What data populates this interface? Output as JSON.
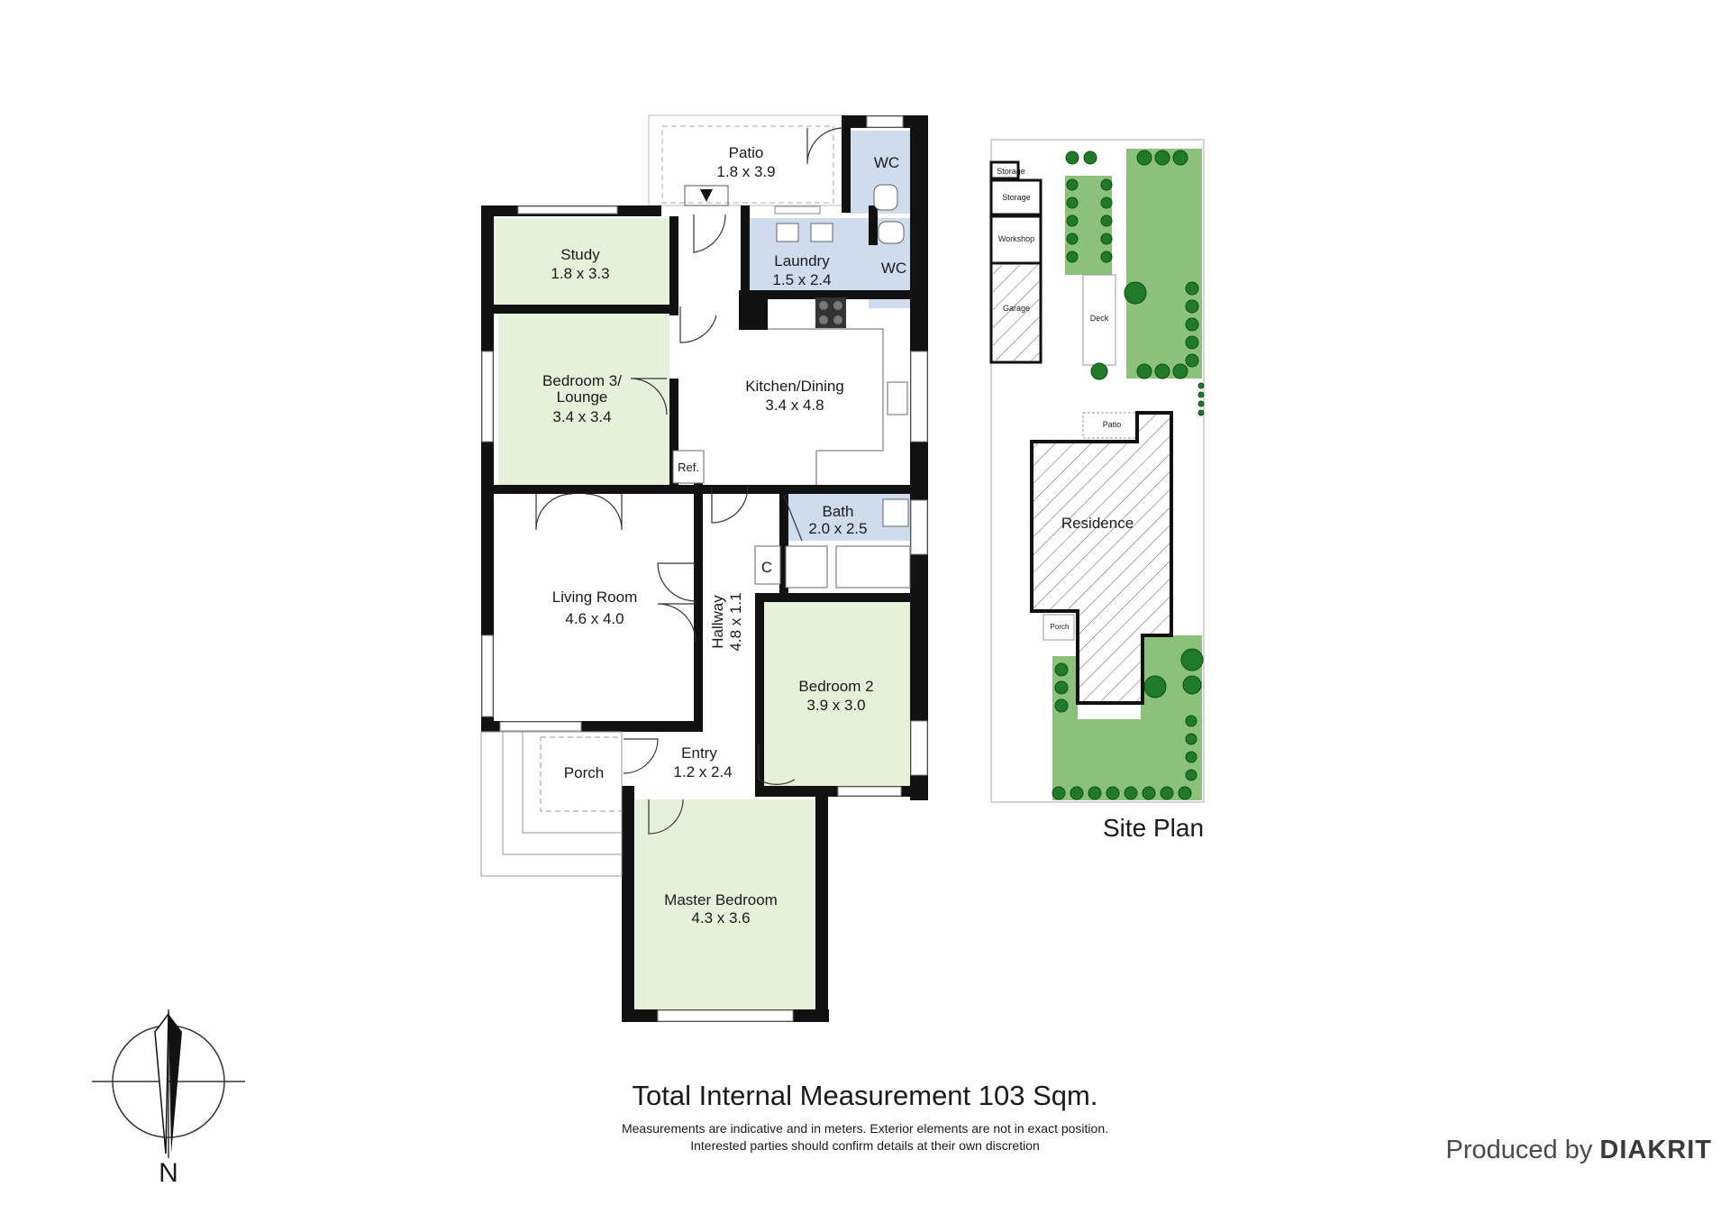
{
  "rooms": {
    "patio": {
      "name": "Patio",
      "size": "1.8 x 3.9"
    },
    "wc1": {
      "name": "WC"
    },
    "study": {
      "name": "Study",
      "size": "1.8 x 3.3"
    },
    "laundry": {
      "name": "Laundry",
      "size": "1.5 x 2.4"
    },
    "wc2": {
      "name": "WC"
    },
    "bedroom3": {
      "name1": "Bedroom 3/",
      "name2": "Lounge",
      "size": "3.4 x 3.4"
    },
    "kitchen": {
      "name": "Kitchen/Dining",
      "size": "3.4 x 4.8"
    },
    "ref": {
      "name": "Ref."
    },
    "bath": {
      "name": "Bath",
      "size": "2.0 x 2.5"
    },
    "cupboard": {
      "name": "C"
    },
    "living": {
      "name": "Living Room",
      "size": "4.6 x 4.0"
    },
    "hallway": {
      "name": "Hallway",
      "size": "4.8 x 1.1"
    },
    "bedroom2": {
      "name": "Bedroom 2",
      "size": "3.9 x 3.0"
    },
    "entry": {
      "name": "Entry",
      "size": "1.2 x 2.4"
    },
    "porch": {
      "name": "Porch"
    },
    "master": {
      "name": "Master Bedroom",
      "size": "4.3 x 3.6"
    }
  },
  "site": {
    "title": "Site Plan",
    "storage1": "Storage",
    "storage2": "Storage",
    "workshop": "Workshop",
    "garage": "Garage",
    "deck": "Deck",
    "patio": "Patio",
    "residence": "Residence",
    "porch": "Porch"
  },
  "footer": {
    "title": "Total Internal Measurement 103 Sqm.",
    "note1": "Measurements are indicative and in meters. Exterior elements are not in exact position.",
    "note2": "Interested parties should confirm details at their own discretion",
    "produced_prefix": "Produced by ",
    "produced_brand": "DIAKRIT"
  },
  "compass": {
    "label": "N"
  },
  "colors": {
    "green_room": "#e7f0da",
    "blue_room": "#cfdcee",
    "wall": "#111111",
    "lawn": "#8cc17c",
    "tree": "#1f7a2a"
  }
}
